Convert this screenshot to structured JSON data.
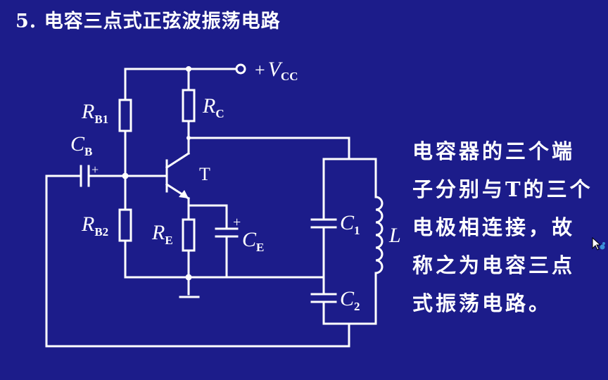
{
  "slide": {
    "title": "5. 电容三点式正弦波振荡电路"
  },
  "circuit": {
    "vcc": {
      "sign": "+",
      "symbol": "V",
      "sub": "CC"
    },
    "rb1": {
      "symbol": "R",
      "sub": "B1"
    },
    "rb2": {
      "symbol": "R",
      "sub": "B2"
    },
    "rc": {
      "symbol": "R",
      "sub": "C"
    },
    "re": {
      "symbol": "R",
      "sub": "E"
    },
    "cb": {
      "symbol": "C",
      "sub": "B",
      "plus": "+"
    },
    "ce": {
      "symbol": "C",
      "sub": "E",
      "plus": "+"
    },
    "c1": {
      "symbol": "C",
      "sub": "1"
    },
    "c2": {
      "symbol": "C",
      "sub": "2"
    },
    "l": {
      "symbol": "L"
    },
    "transistor": {
      "label": "T"
    }
  },
  "description": {
    "lines": [
      "电容器的三个端",
      "子分别与T的三个",
      "电极相连接，故",
      "称之为电容三点",
      "式振荡电路。"
    ]
  },
  "colors": {
    "background": "#1c1c8a",
    "foreground": "#ffffff",
    "cursor_accent": "#3a8fd8"
  }
}
